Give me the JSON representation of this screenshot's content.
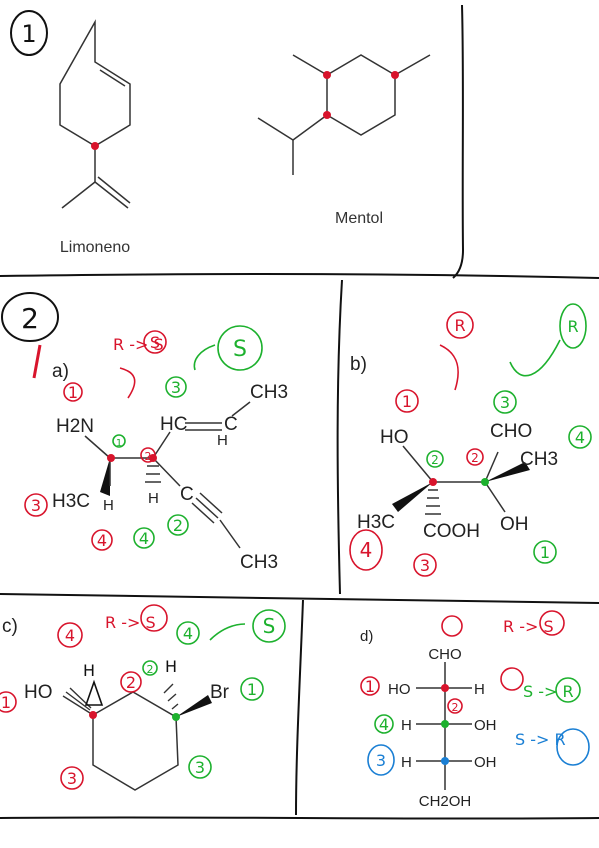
{
  "part1": {
    "number": "1",
    "molecules": [
      {
        "name": "Limoneno"
      },
      {
        "name": "Mentol"
      }
    ]
  },
  "part2": {
    "number": "2",
    "a": {
      "label": "a)",
      "atoms": {
        "h2n": "H2N",
        "hc": "HC",
        "ch3_top": "CH3",
        "h_top": "H",
        "h3c": "H3C",
        "h_left": "H",
        "h_right": "H",
        "c": "C",
        "c2": "C",
        "ch3_bottom": "CH3"
      },
      "notes": {
        "r_to_s": "R -> S",
        "s_red": "S",
        "s_green": "S",
        "n1": "1",
        "n2": "2",
        "n3": "3",
        "n4": "4",
        "g1": "1",
        "g2": "2",
        "g3": "3",
        "g4": "4"
      }
    },
    "b": {
      "label": "b)",
      "atoms": {
        "ho": "HO",
        "cho": "CHO",
        "ch3": "CH3",
        "h3c": "H3C",
        "cooh": "COOH",
        "oh": "OH"
      },
      "notes": {
        "r_red": "R",
        "r_green": "R",
        "n1": "1",
        "n2": "2",
        "n3": "3",
        "n4": "4",
        "g1": "1",
        "g2": "2",
        "g3": "3",
        "g4": "4"
      }
    },
    "c": {
      "label": "c)",
      "atoms": {
        "ho": "HO",
        "br": "Br",
        "h1": "H",
        "h2": "H"
      },
      "notes": {
        "r_to_s": "R -> S",
        "s_green": "S",
        "n1": "1",
        "n2": "2",
        "n3": "3",
        "n4": "4",
        "g1": "1",
        "g2": "2",
        "g3": "3",
        "g4": "4"
      }
    },
    "d": {
      "label": "d)",
      "atoms": {
        "cho": "CHO",
        "ho": "HO",
        "h1": "H",
        "h2": "H",
        "oh2": "OH",
        "h3": "H",
        "oh3": "OH",
        "ch2oh": "CH2OH"
      },
      "notes": {
        "r_to_s": "R -> S",
        "s_to_r_green": "S -> R",
        "s_to_r_blue": "S -> R",
        "n1": "1",
        "n2": "2",
        "n3": "3",
        "n4": "4"
      }
    }
  }
}
